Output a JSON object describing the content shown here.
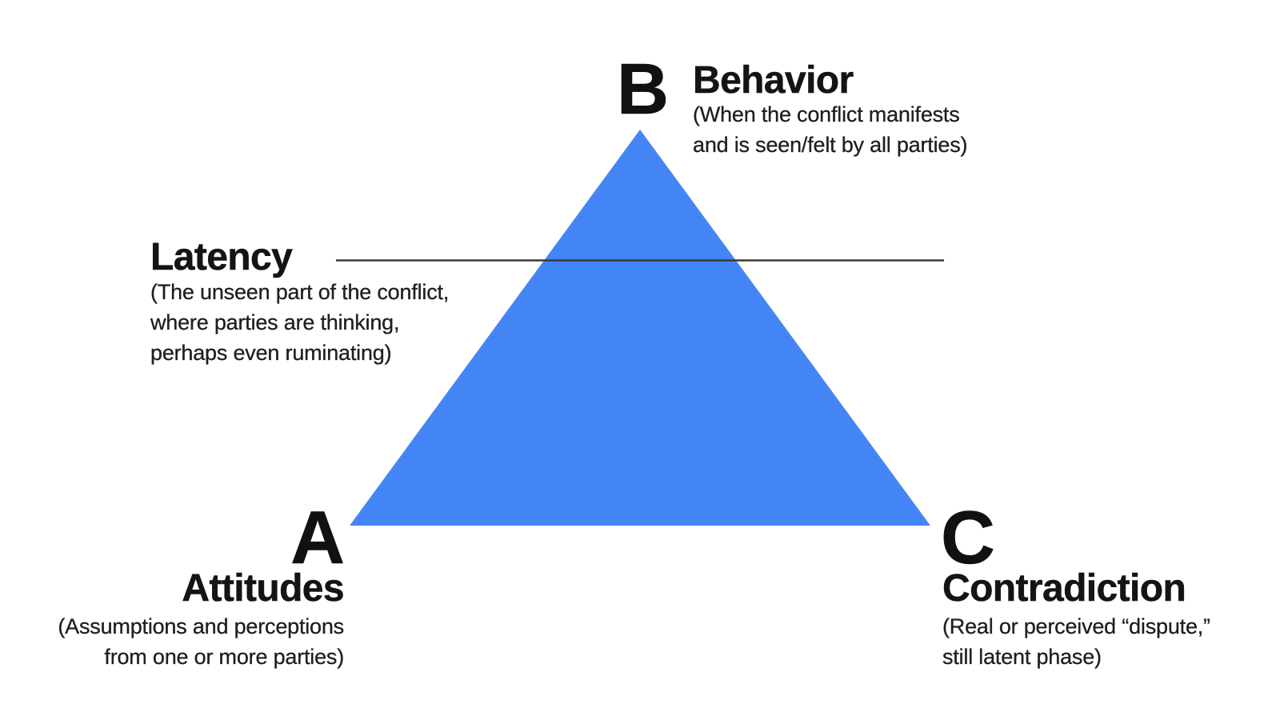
{
  "diagram": {
    "title": "ABC conflict triangle",
    "colors": {
      "triangle_fill": "#4385F4",
      "latency_line": "#3a3a3a",
      "text": "#161616",
      "background": "#ffffff"
    },
    "vertices": {
      "b": {
        "letter": "B",
        "title": "Behavior",
        "description_lines": [
          "(When the conflict manifests",
          "and is seen/felt by all parties)"
        ]
      },
      "a": {
        "letter": "A",
        "title": "Attitudes",
        "description_lines": [
          "(Assumptions and perceptions",
          "from one or more parties)"
        ]
      },
      "c": {
        "letter": "C",
        "title": "Contradiction",
        "description_lines": [
          "(Real or perceived “dispute,”",
          "still latent phase)"
        ]
      }
    },
    "latency": {
      "title": "Latency",
      "description_lines": [
        "(The unseen part of the conflict,",
        "where parties are thinking,",
        "perhaps even ruminating)"
      ]
    }
  }
}
